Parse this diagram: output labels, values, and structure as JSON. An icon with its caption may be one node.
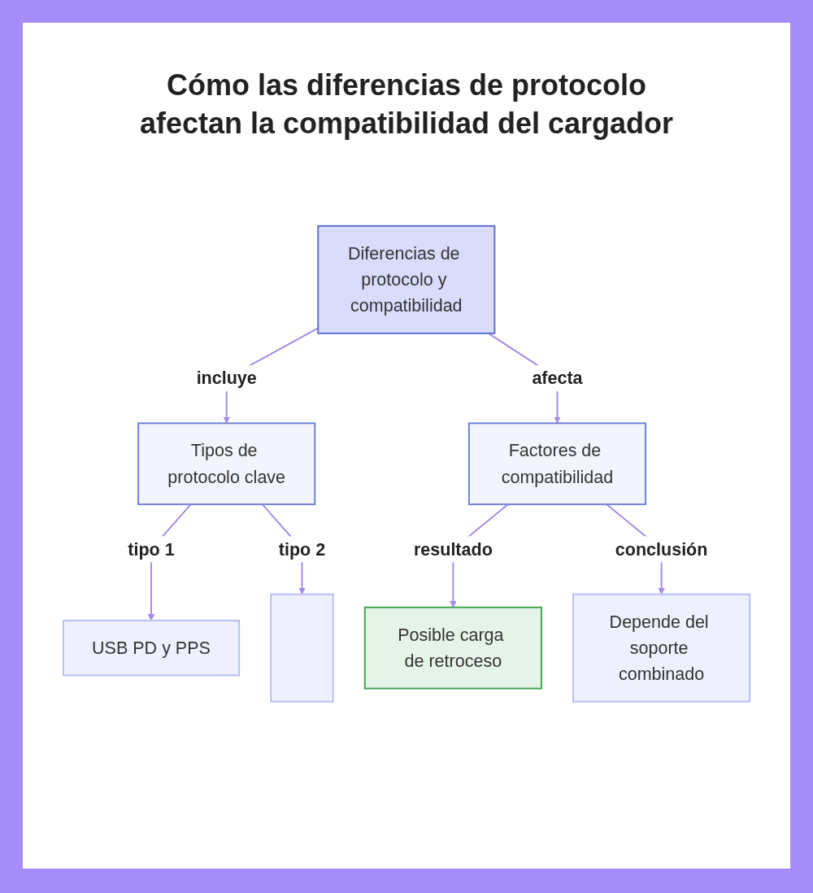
{
  "diagram": {
    "title": "Cómo las diferencias de protocolo afectan la compatibilidad del cargador",
    "nodes": [
      {
        "text": [
          "Diferencias de protocolo y compatibilidad"
        ]
      },
      {
        "text": [
          "Tipos de protocolo clave"
        ]
      },
      {
        "text": [
          "Factores de compatibilidad"
        ]
      },
      {
        "text": [
          "USB PD y PPS"
        ]
      },
      {
        "text": [],
        "shape": "box"
      },
      {
        "text": [
          "Posible carga de retroceso"
        ]
      },
      {
        "text": [
          "Depende del soporte combinado"
        ]
      }
    ],
    "edges": [
      {
        "from": 0,
        "to": 1,
        "arrow": "to",
        "label": "incluye"
      },
      {
        "from": 0,
        "to": 2,
        "arrow": "to",
        "label": "afecta"
      },
      {
        "from": 1,
        "to": 3,
        "arrow": "to",
        "label": "tipo 1"
      },
      {
        "from": 1,
        "to": 4,
        "arrow": "to",
        "label": "tipo 2"
      },
      {
        "from": 2,
        "to": 5,
        "arrow": "to",
        "label": "resultado"
      },
      {
        "from": 2,
        "to": 6,
        "arrow": "to",
        "label": "conclusión"
      }
    ]
  }
}
